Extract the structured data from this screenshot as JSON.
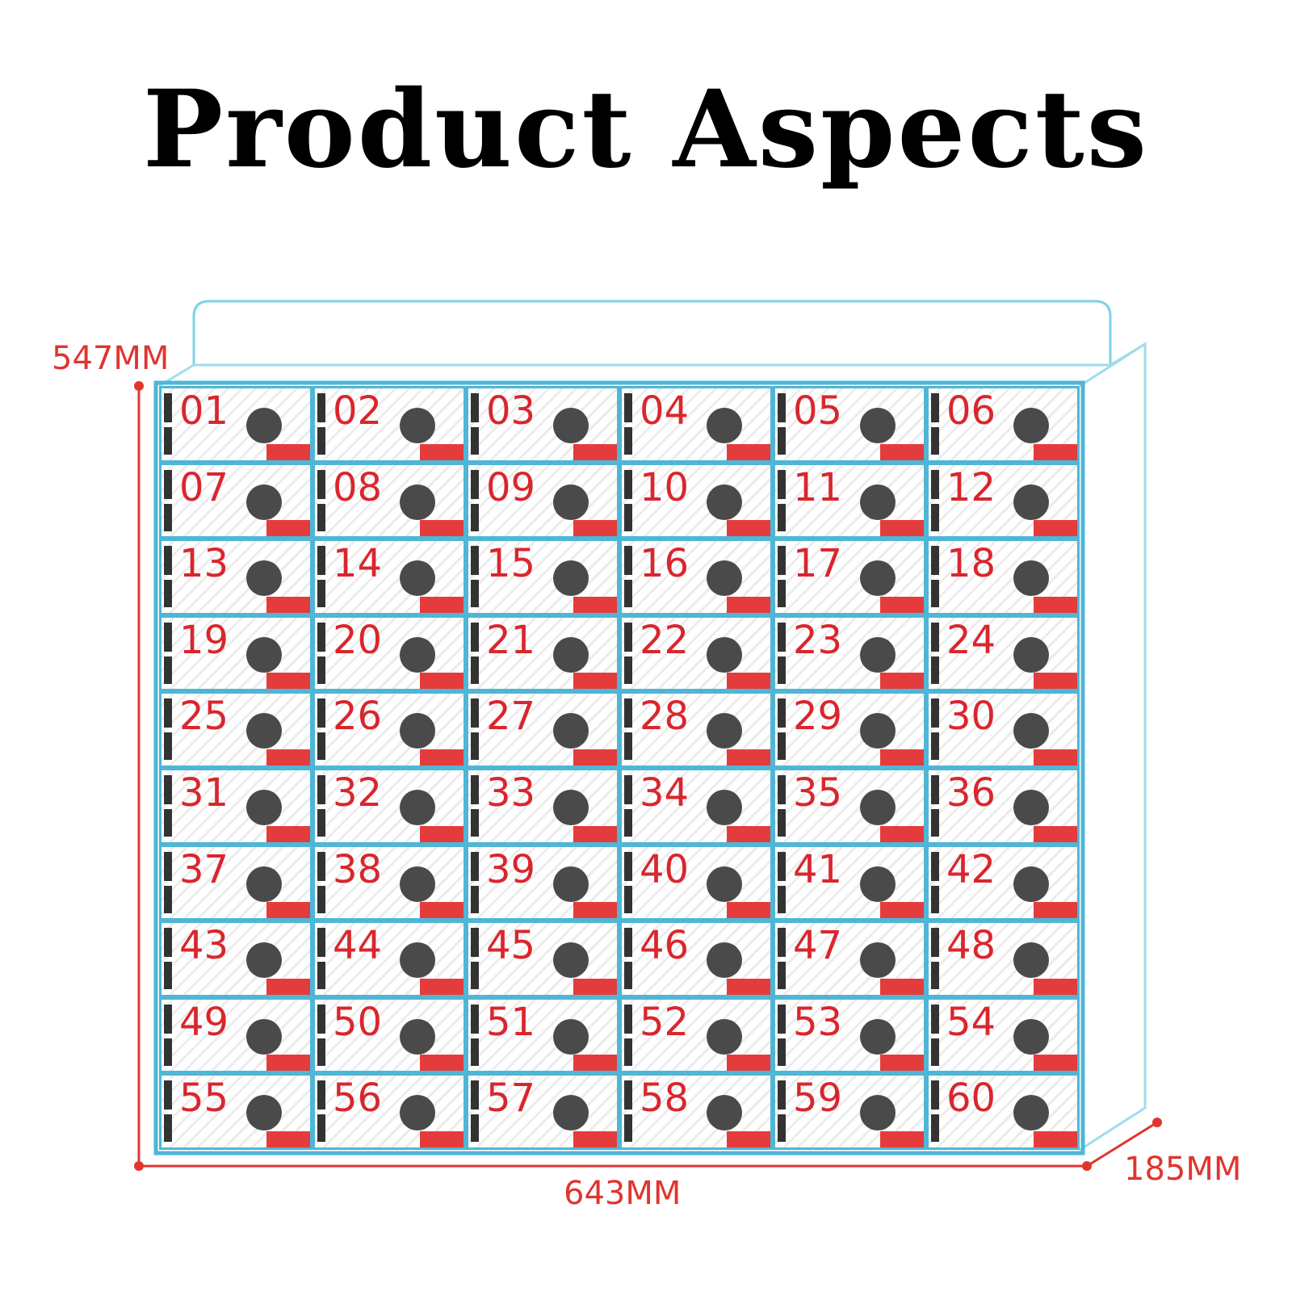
{
  "title": "Product Aspects",
  "dimensions": {
    "height_label": "547MM",
    "width_label": "643MM",
    "depth_label": "185MM"
  },
  "colors": {
    "frame": "#4fb6d6",
    "dimension": "#e0352f",
    "number": "#d9262d",
    "tab": "#e43c3c",
    "disc": "#4a4a4a"
  },
  "grid": {
    "columns": 6,
    "rows": 10,
    "slots": [
      "01",
      "02",
      "03",
      "04",
      "05",
      "06",
      "07",
      "08",
      "09",
      "10",
      "11",
      "12",
      "13",
      "14",
      "15",
      "16",
      "17",
      "18",
      "19",
      "20",
      "21",
      "22",
      "23",
      "24",
      "25",
      "26",
      "27",
      "28",
      "29",
      "30",
      "31",
      "32",
      "33",
      "34",
      "35",
      "36",
      "37",
      "38",
      "39",
      "40",
      "41",
      "42",
      "43",
      "44",
      "45",
      "46",
      "47",
      "48",
      "49",
      "50",
      "51",
      "52",
      "53",
      "54",
      "55",
      "56",
      "57",
      "58",
      "59",
      "60"
    ]
  }
}
